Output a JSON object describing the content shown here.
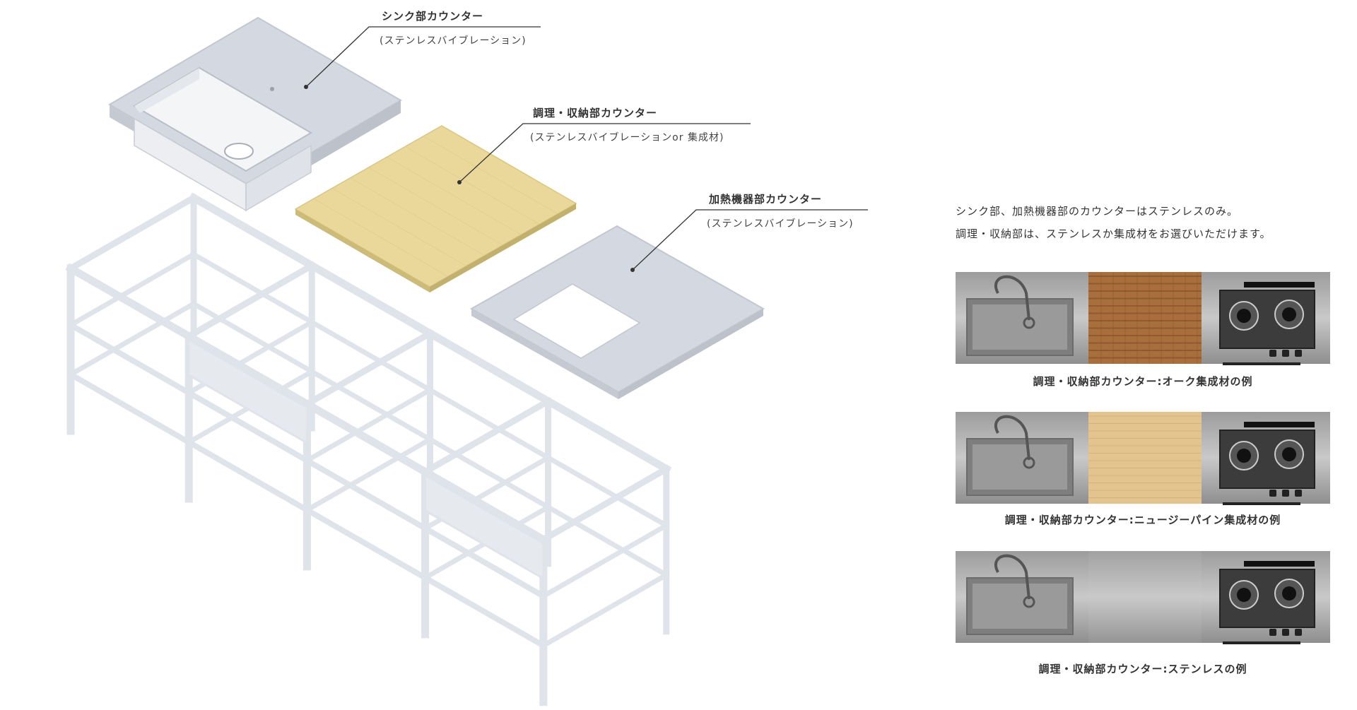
{
  "callouts": {
    "sink": {
      "title": "シンク部カウンター",
      "sub": "(ステンレスバイブレーション)"
    },
    "prep": {
      "title": "調理・収納部カウンター",
      "sub": "(ステンレスバイブレーションor 集成材)"
    },
    "heat": {
      "title": "加熱機器部カウンター",
      "sub": "(ステンレスバイブレーション)"
    }
  },
  "note": {
    "line1": "シンク部、加熱機器部のカウンターはステンレスのみ。",
    "line2": "調理・収納部は、ステンレスか集成材をお選びいただけます。"
  },
  "examples": [
    {
      "caption": "調理・収納部カウンター:オーク集成材の例",
      "wood_color": "#a86e3c",
      "grain_color": "#7a4a24"
    },
    {
      "caption": "調理・収納部カウンター:ニュージーパイン集成材の例",
      "wood_color": "#e3c48e",
      "grain_color": "#caa56a"
    },
    {
      "caption": "調理・収納部カウンター:ステンレスの例",
      "wood_color": "#cfcfcf",
      "grain_color": "#bdbdbd"
    }
  ],
  "colors": {
    "frame": "#dfe3ea",
    "steel_top": "#d3d7df",
    "steel_edge": "#bec3cc",
    "wood_top": "#e9d89a",
    "wood_edge": "#cdbb78"
  }
}
